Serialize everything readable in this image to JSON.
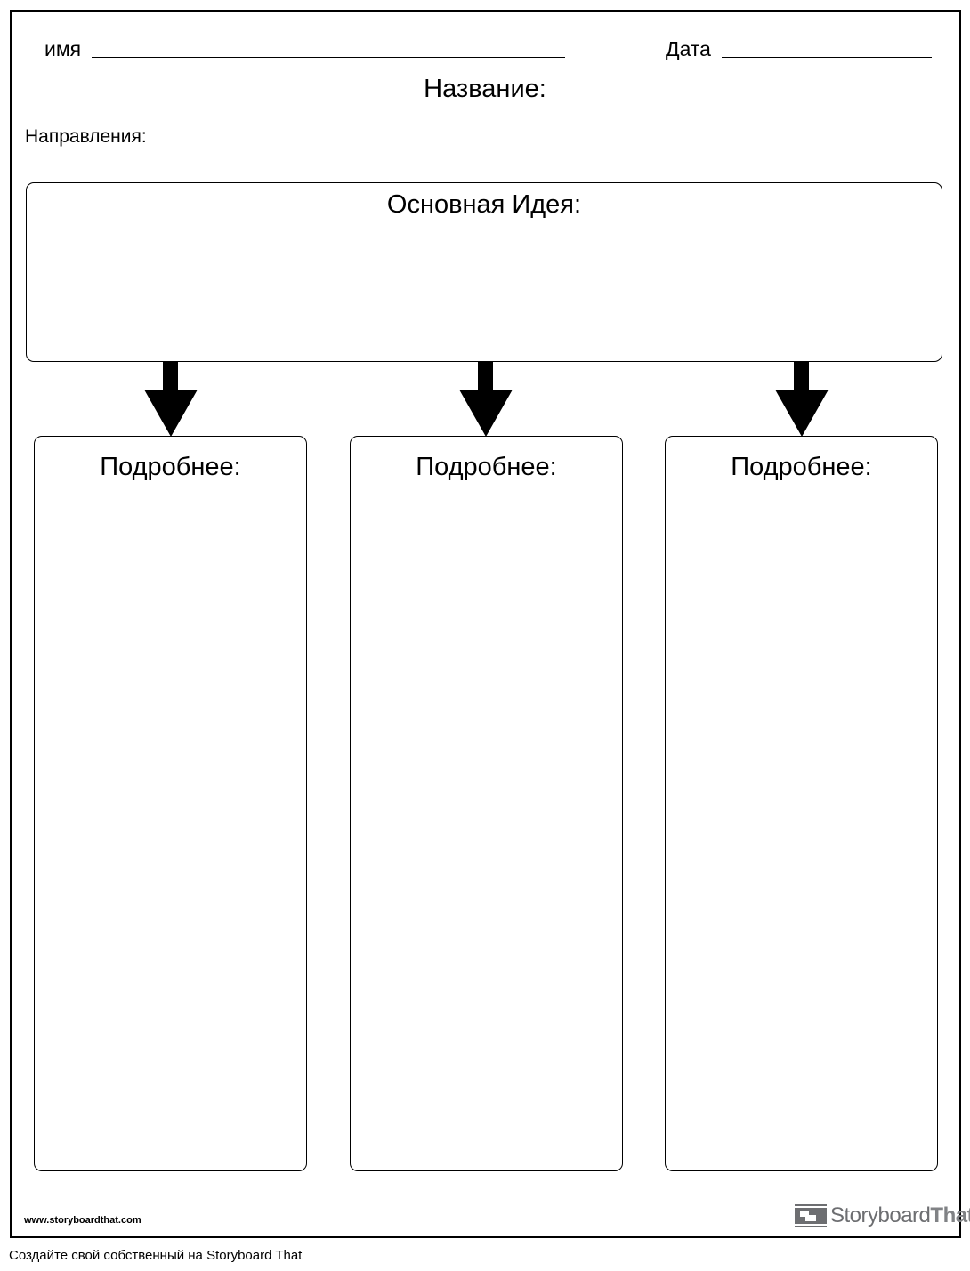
{
  "header": {
    "name_label": "имя",
    "date_label": "Дата",
    "title_label": "Название:",
    "directions_label": "Направления:"
  },
  "main_idea": {
    "label": "Основная Идея:"
  },
  "details": [
    {
      "label": "Подробнее:"
    },
    {
      "label": "Подробнее:"
    },
    {
      "label": "Подробнее:"
    }
  ],
  "footer": {
    "url": "www.storyboardthat.com",
    "logo_text_a": "Storyboard",
    "logo_text_b": "That",
    "caption": "Создайте свой собственный на Storyboard That"
  },
  "colors": {
    "logo_gray": "#6d6e71"
  }
}
